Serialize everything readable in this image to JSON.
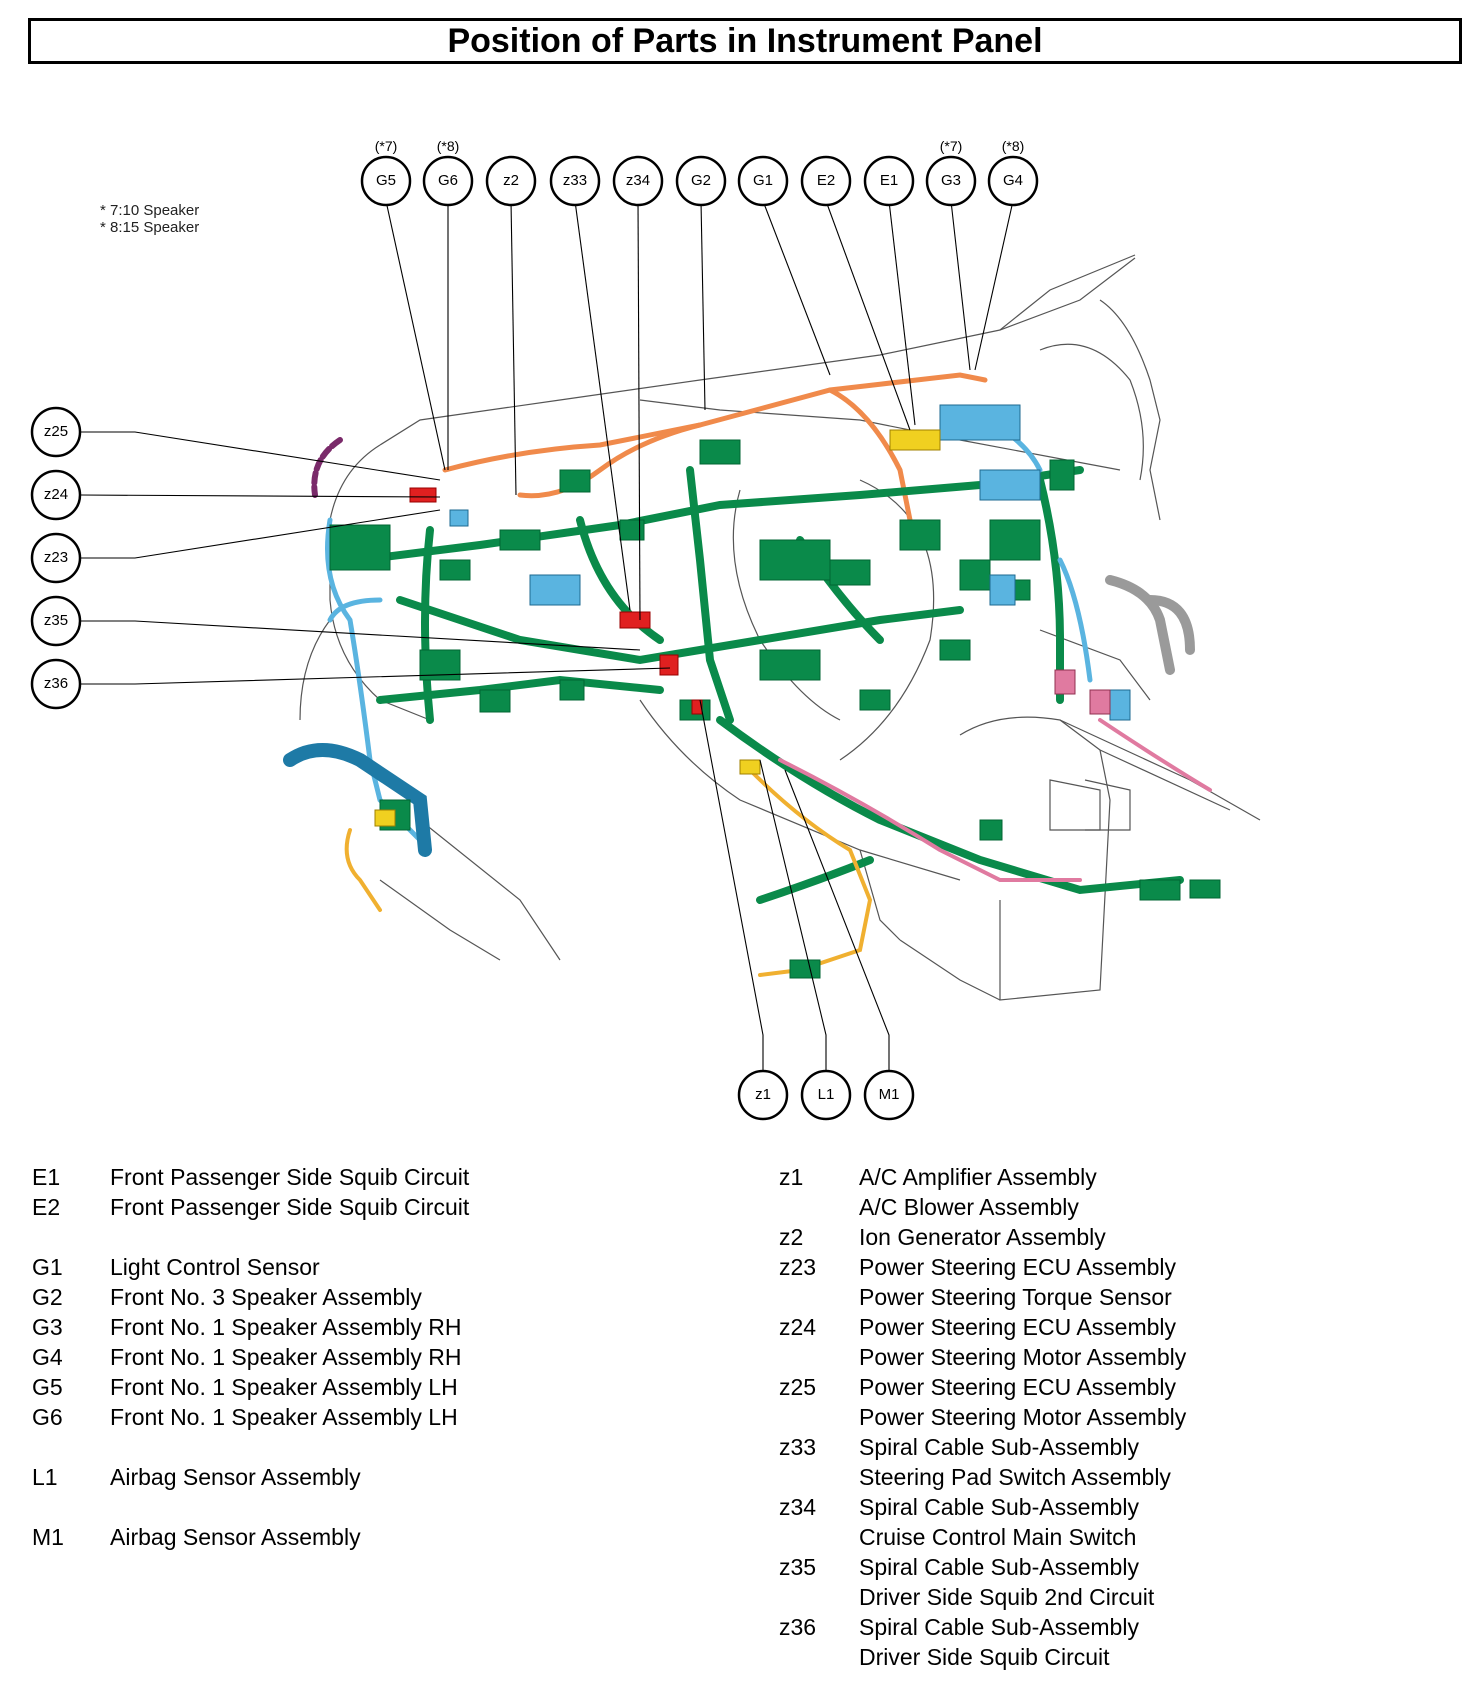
{
  "title": "Position of Parts in Instrument Panel",
  "footnotes": [
    "* 7:10 Speaker",
    "* 8:15 Speaker"
  ],
  "callouts": {
    "top": [
      {
        "code": "G5",
        "note": "(*7)"
      },
      {
        "code": "G6",
        "note": "(*8)"
      },
      {
        "code": "z2",
        "note": ""
      },
      {
        "code": "z33",
        "note": ""
      },
      {
        "code": "z34",
        "note": ""
      },
      {
        "code": "G2",
        "note": ""
      },
      {
        "code": "G1",
        "note": ""
      },
      {
        "code": "E2",
        "note": ""
      },
      {
        "code": "E1",
        "note": ""
      },
      {
        "code": "G3",
        "note": "(*7)"
      },
      {
        "code": "G4",
        "note": "(*8)"
      }
    ],
    "left": [
      "z25",
      "z24",
      "z23",
      "z35",
      "z36"
    ],
    "bottom": [
      "z1",
      "L1",
      "M1"
    ]
  },
  "legend_left": [
    {
      "code": "E1",
      "desc": "Front Passenger Side Squib Circuit"
    },
    {
      "code": "E2",
      "desc": "Front Passenger Side Squib Circuit"
    },
    {
      "code": "",
      "desc": ""
    },
    {
      "code": "G1",
      "desc": "Light Control Sensor"
    },
    {
      "code": "G2",
      "desc": "Front No. 3 Speaker Assembly"
    },
    {
      "code": "G3",
      "desc": "Front No. 1 Speaker Assembly RH"
    },
    {
      "code": "G4",
      "desc": "Front No. 1 Speaker Assembly RH"
    },
    {
      "code": "G5",
      "desc": "Front No. 1 Speaker Assembly LH"
    },
    {
      "code": "G6",
      "desc": "Front No. 1 Speaker Assembly LH"
    },
    {
      "code": "",
      "desc": ""
    },
    {
      "code": "L1",
      "desc": "Airbag Sensor Assembly"
    },
    {
      "code": "",
      "desc": ""
    },
    {
      "code": "M1",
      "desc": "Airbag Sensor Assembly"
    }
  ],
  "legend_right": [
    {
      "code": "z1",
      "desc": "A/C Amplifier Assembly"
    },
    {
      "code": "",
      "desc": "A/C Blower Assembly"
    },
    {
      "code": "z2",
      "desc": "Ion Generator Assembly"
    },
    {
      "code": "z23",
      "desc": "Power Steering ECU Assembly"
    },
    {
      "code": "",
      "desc": "Power Steering Torque Sensor"
    },
    {
      "code": "z24",
      "desc": "Power Steering ECU Assembly"
    },
    {
      "code": "",
      "desc": "Power Steering Motor Assembly"
    },
    {
      "code": "z25",
      "desc": "Power Steering ECU Assembly"
    },
    {
      "code": "",
      "desc": "Power Steering Motor Assembly"
    },
    {
      "code": "z33",
      "desc": "Spiral Cable Sub-Assembly"
    },
    {
      "code": "",
      "desc": "Steering Pad Switch Assembly"
    },
    {
      "code": "z34",
      "desc": "Spiral Cable Sub-Assembly"
    },
    {
      "code": "",
      "desc": "Cruise Control Main Switch"
    },
    {
      "code": "z35",
      "desc": "Spiral Cable Sub-Assembly"
    },
    {
      "code": "",
      "desc": "Driver Side Squib 2nd Circuit"
    },
    {
      "code": "z36",
      "desc": "Spiral Cable Sub-Assembly"
    },
    {
      "code": "",
      "desc": "Driver Side Squib Circuit"
    }
  ],
  "colors": {
    "main_harness": "#0a8a4a",
    "blue_harness": "#5ab4e0",
    "orange_harness": "#f08a4b",
    "yellow_harness": "#f0b030",
    "red_connector": "#e02020",
    "pink_harness": "#e07aa0",
    "purple_harness": "#7a2a6a",
    "grey_part": "#9a9a9a"
  }
}
